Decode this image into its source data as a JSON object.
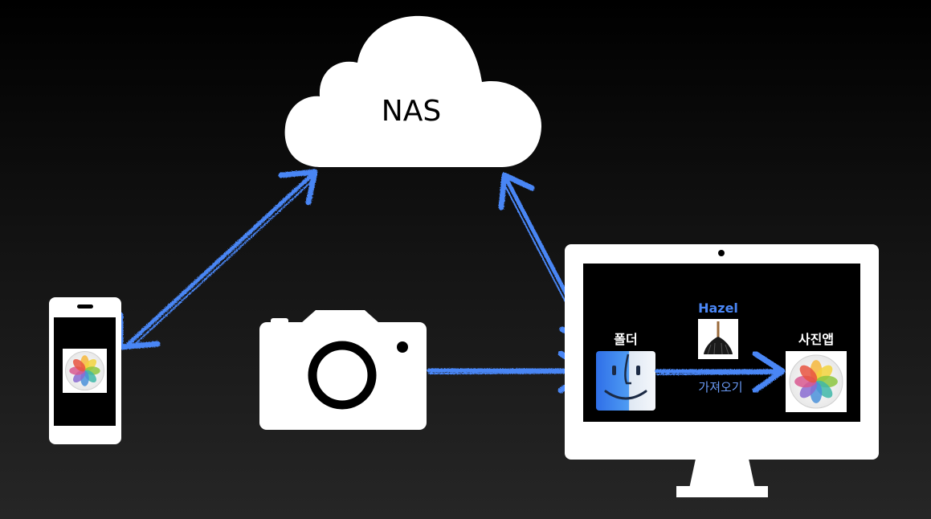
{
  "diagram": {
    "nas_label": "NAS",
    "folder_label": "폴더",
    "hazel_label": "Hazel",
    "photos_app_label": "사진앱",
    "import_label": "가져오기"
  },
  "colors": {
    "arrow": "#4a86f5",
    "hazel_text": "#4a86f5",
    "import_text": "#6a9af5",
    "device_body": "#ffffff",
    "screen": "#000000"
  },
  "icons": {
    "cloud": "cloud-icon",
    "phone": "phone-icon",
    "camera": "camera-icon",
    "monitor": "imac-icon",
    "finder": "finder-icon",
    "photos": "photos-icon",
    "hazel": "hazel-broom-icon"
  }
}
